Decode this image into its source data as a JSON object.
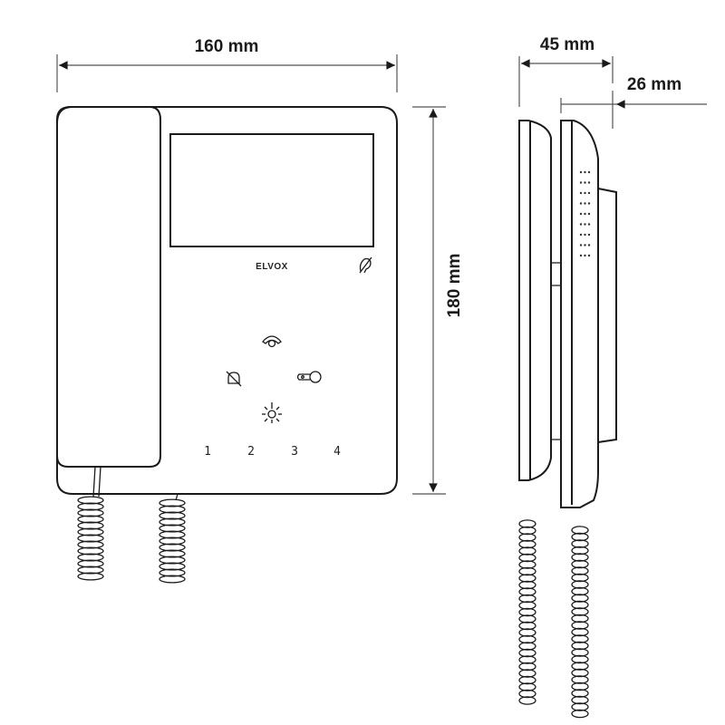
{
  "dimensions": {
    "width": "160 mm",
    "height": "180 mm",
    "depth_total": "45 mm",
    "depth_base": "26 mm"
  },
  "front": {
    "logo": "ELVOX",
    "buttons": [
      "1",
      "2",
      "3",
      "4"
    ],
    "icons": [
      "hearing-aid-icon",
      "handset-icon",
      "mute-bell-icon",
      "door-key-icon",
      "stair-light-icon"
    ]
  },
  "colors": {
    "line": "#1a1a1a",
    "dimension": "#555555"
  }
}
